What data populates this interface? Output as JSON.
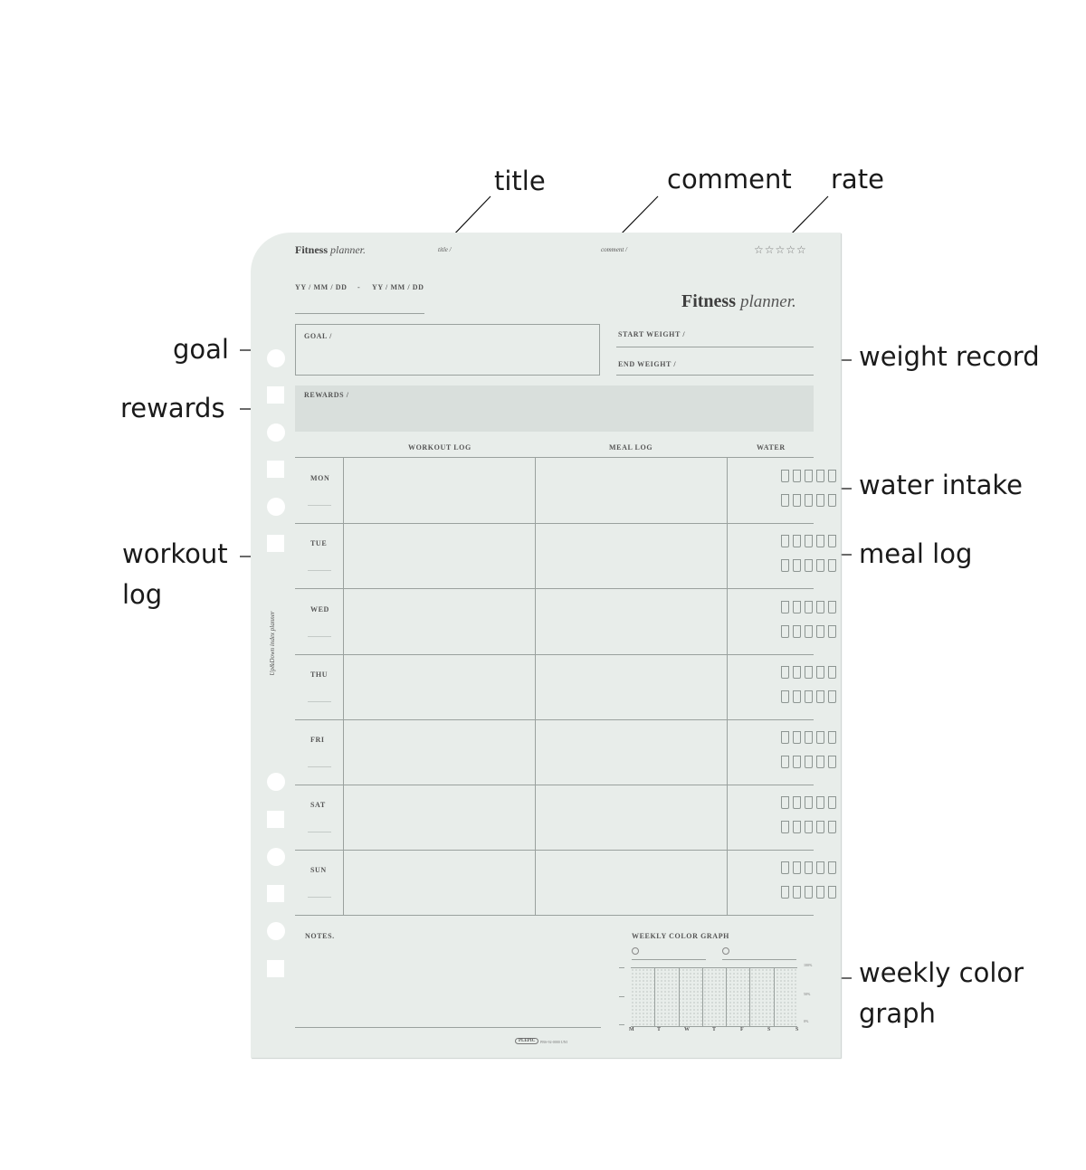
{
  "callouts": {
    "title": "title",
    "comment": "comment",
    "rate": "rate",
    "goal": "goal",
    "weight_record": "weight record",
    "rewards": "rewards",
    "water_intake": "water intake",
    "workout_log_1": "workout",
    "workout_log_2": "log",
    "meal_log": "meal log",
    "weekly_color_graph_1": "weekly color",
    "weekly_color_graph_2": "graph"
  },
  "sheet": {
    "brand_bold": "Fitness",
    "brand_italic": "planner.",
    "title_label": "title /",
    "comment_label": "comment /",
    "rating_stars": "☆☆☆☆☆",
    "date_start": "YY / MM / DD",
    "date_sep": "-",
    "date_end": "YY / MM / DD",
    "big_title_bold": "Fitness",
    "big_title_italic": "planner.",
    "goal_label": "GOAL /",
    "start_weight_label": "START WEIGHT /",
    "end_weight_label": "END WEIGHT /",
    "rewards_label": "REWARDS /",
    "side_text": "Up&Down index planner",
    "columns": {
      "workout": "WORKOUT LOG",
      "meal": "MEAL LOG",
      "water": "WATER"
    },
    "days": [
      "MON",
      "TUE",
      "WED",
      "THU",
      "FRI",
      "SAT",
      "SUN"
    ],
    "water_glasses_per_day": 10,
    "notes_label": "NOTES.",
    "graph_title": "WEEKLY COLOR GRAPH",
    "graph_days": [
      "M",
      "T",
      "W",
      "T",
      "F",
      "S",
      "S"
    ],
    "graph_scale": [
      "100%",
      "50%",
      "0%"
    ],
    "footer_logo": "PLEPIC",
    "footer_code": "PBS-92-0000 UNI"
  }
}
